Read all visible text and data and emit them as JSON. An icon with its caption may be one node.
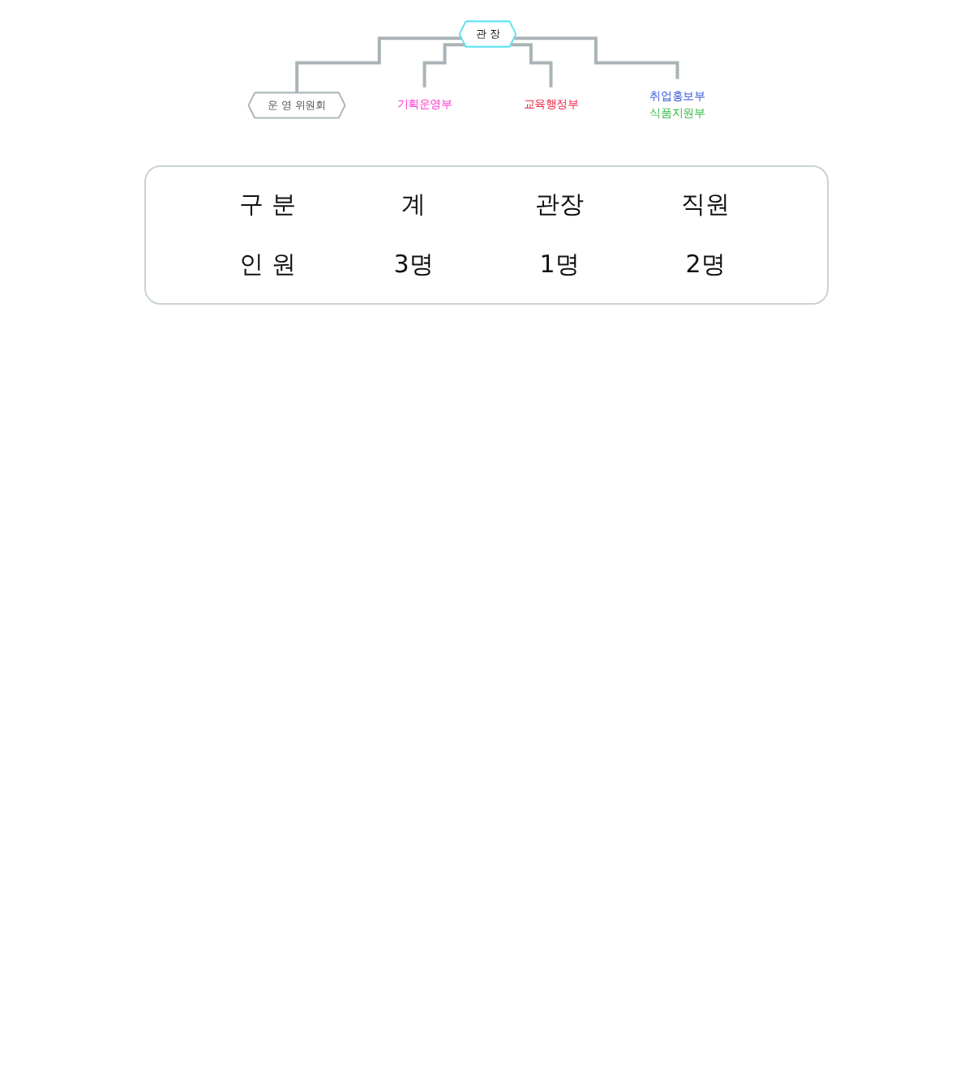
{
  "diagram": {
    "nodes": [
      {
        "text": [
          "관 장"
        ]
      },
      {
        "text": [
          "운 영 위원회"
        ]
      },
      {
        "text": [
          "기획운영부"
        ]
      },
      {
        "text": [
          "교육행정부"
        ]
      },
      {
        "text": [
          "취업홍보부",
          "식품지원부"
        ]
      }
    ],
    "edges": [
      {
        "from": 0,
        "to": 1,
        "arrow": "none"
      },
      {
        "from": 0,
        "to": 2,
        "arrow": "none"
      },
      {
        "from": 0,
        "to": 3,
        "arrow": "none"
      },
      {
        "from": 0,
        "to": 4,
        "arrow": "none"
      }
    ],
    "labels": [
      "구 분",
      "계",
      "관장",
      "직원",
      "인 원",
      "3명",
      "1명",
      "2명"
    ]
  }
}
